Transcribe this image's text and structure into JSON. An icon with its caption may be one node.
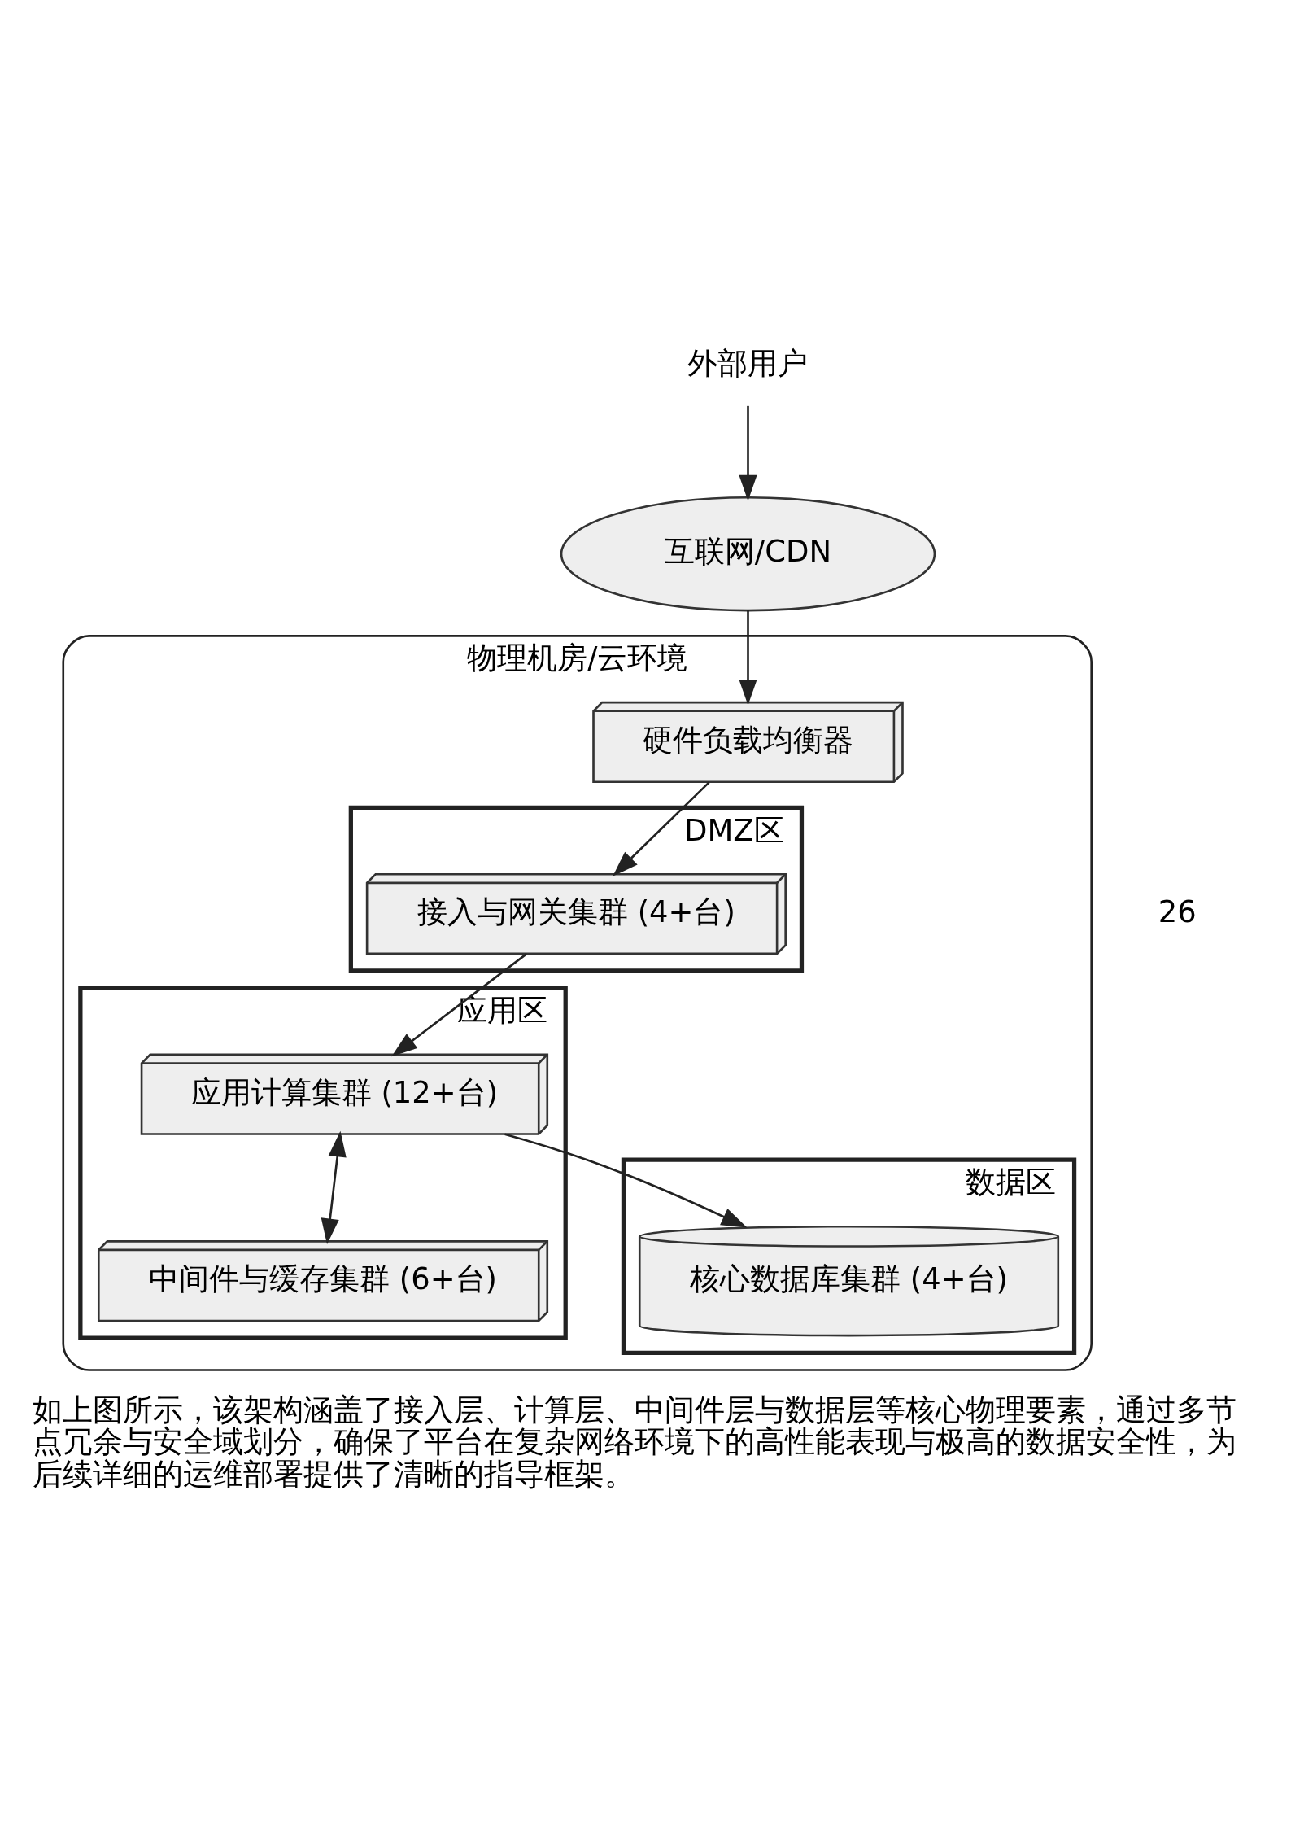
{
  "diagram": {
    "caption": "如上图所示，该架构涵盖了接入层、计算层、中间件层与数据层等核心物理要素，通过多节点冗余与安全域划分，确保了平台在复杂网络环境下的高性能表现与极高的数据安全性，为后续详细的运维部署提供了清晰的指导框架。",
    "nodes": [
      {
        "text": [
          "外部用户"
        ]
      },
      {
        "text": [
          "互联网/CDN"
        ]
      },
      {
        "text": [
          "物理机房/云环境"
        ]
      },
      {
        "text": [
          "硬件负载均衡器"
        ],
        "in": 2
      },
      {
        "text": [
          "DMZ区"
        ],
        "in": 2
      },
      {
        "text": [
          "接入与网关集群 (4+台)"
        ],
        "in": 4
      },
      {
        "text": [
          "应用区"
        ],
        "in": 2
      },
      {
        "text": [
          "应用计算集群 (12+台)"
        ],
        "in": 6
      },
      {
        "text": [
          "中间件与缓存集群 (6+台)"
        ],
        "in": 6
      },
      {
        "text": [
          "数据区"
        ],
        "in": 2
      },
      {
        "text": [
          "核心数据库集群 (4+台)"
        ],
        "in": 9
      }
    ],
    "edges": [
      {
        "from": 0,
        "to": 1,
        "arrow": "to"
      },
      {
        "from": 1,
        "to": 3,
        "arrow": "to"
      },
      {
        "from": 3,
        "to": 5,
        "arrow": "to"
      },
      {
        "from": 5,
        "to": 7,
        "arrow": "to"
      },
      {
        "from": 7,
        "to": 8,
        "arrow": "both"
      },
      {
        "from": 7,
        "to": 10,
        "arrow": "to"
      }
    ],
    "labels": [
      "26"
    ]
  }
}
